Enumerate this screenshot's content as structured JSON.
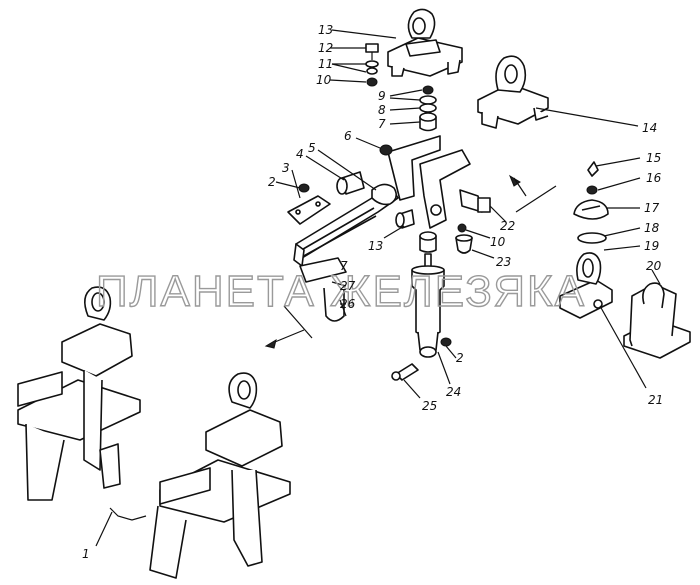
{
  "watermark": "ПЛАНЕТА ЖЕЛЕЗЯКА",
  "callouts": {
    "c1": "1",
    "c2a": "2",
    "c2b": "2",
    "c3": "3",
    "c4": "4",
    "c5": "5",
    "c6": "6",
    "c7a": "7",
    "c7b": "7",
    "c8": "8",
    "c9": "9",
    "c10a": "10",
    "c10b": "10",
    "c11": "11",
    "c12": "12",
    "c13a": "13",
    "c13b": "13",
    "c14": "14",
    "c15": "15",
    "c16": "16",
    "c17": "17",
    "c18": "18",
    "c19": "19",
    "c20": "20",
    "c21": "21",
    "c22": "22",
    "c23": "23",
    "c24": "24",
    "c25": "25",
    "c26": "26",
    "c27": "27"
  }
}
